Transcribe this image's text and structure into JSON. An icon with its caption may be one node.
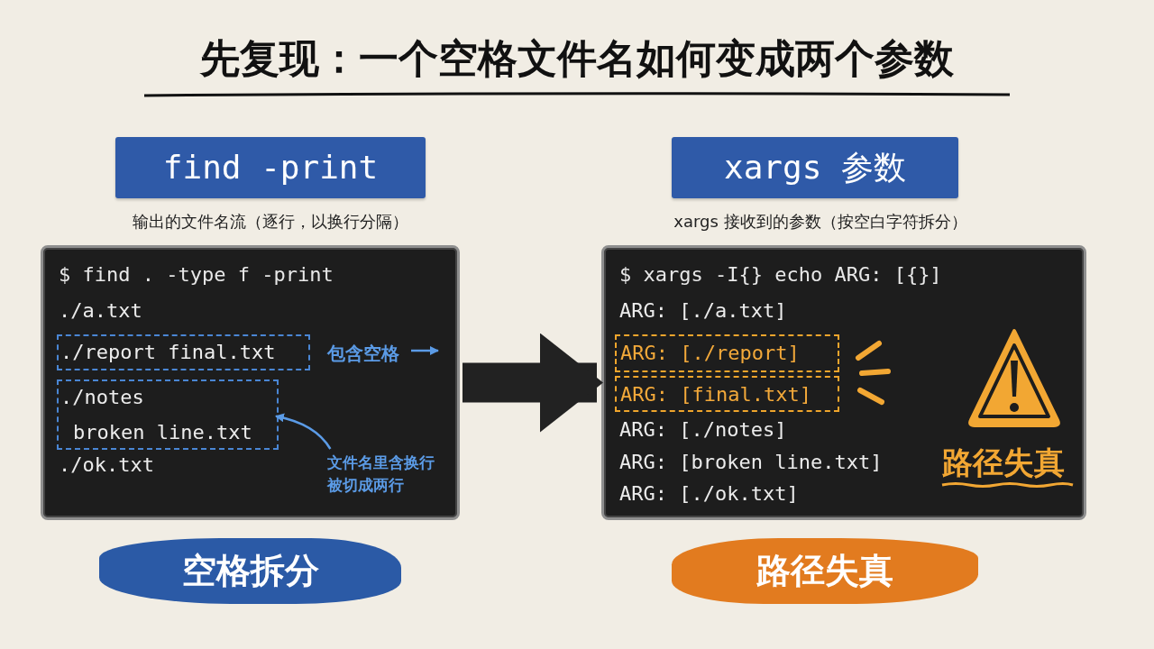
{
  "diagram": {
    "title": "先复现：一个空格文件名如何变成两个参数",
    "nodes": [
      {
        "text": [
          "find -print"
        ],
        "beside": [
          "输出的文件名流（逐行，以换行分隔）"
        ]
      },
      {
        "text": [
          "xargs 参数"
        ],
        "beside": [
          "xargs 接收到的参数（按空白字符拆分）"
        ]
      },
      {
        "text": [
          "$ find . -type f -print",
          "./a.txt",
          "./ok.txt"
        ]
      },
      {
        "text": [
          "./report final.txt"
        ],
        "in": 2
      },
      {
        "text": [
          "./notes",
          "broken line.txt"
        ],
        "in": 2
      },
      {
        "text": [
          "包含空格"
        ],
        "in": 2
      },
      {
        "text": [
          "文件名里含换行被切成两行"
        ],
        "in": 2
      },
      {
        "text": [
          "$ xargs -I{} echo ARG: [{}]",
          "ARG: [./a.txt]",
          "ARG: [./notes]",
          "ARG: [broken line.txt]",
          "ARG: [./ok.txt]",
          "路径失真"
        ]
      },
      {
        "text": [
          "ARG: [./report]"
        ],
        "in": 7
      },
      {
        "text": [
          "ARG: [final.txt]"
        ],
        "in": 7
      },
      {
        "text": [
          "空格拆分"
        ]
      },
      {
        "text": [
          "路径失真"
        ]
      }
    ],
    "edges": [
      {
        "from": 6,
        "to": 4,
        "arrow": "to"
      },
      {
        "from": 5,
        "to": null,
        "arrow": "to"
      },
      {
        "from": 2,
        "to": 7,
        "arrow": "to",
        "style": "thick",
        "color": "#222222"
      }
    ]
  }
}
